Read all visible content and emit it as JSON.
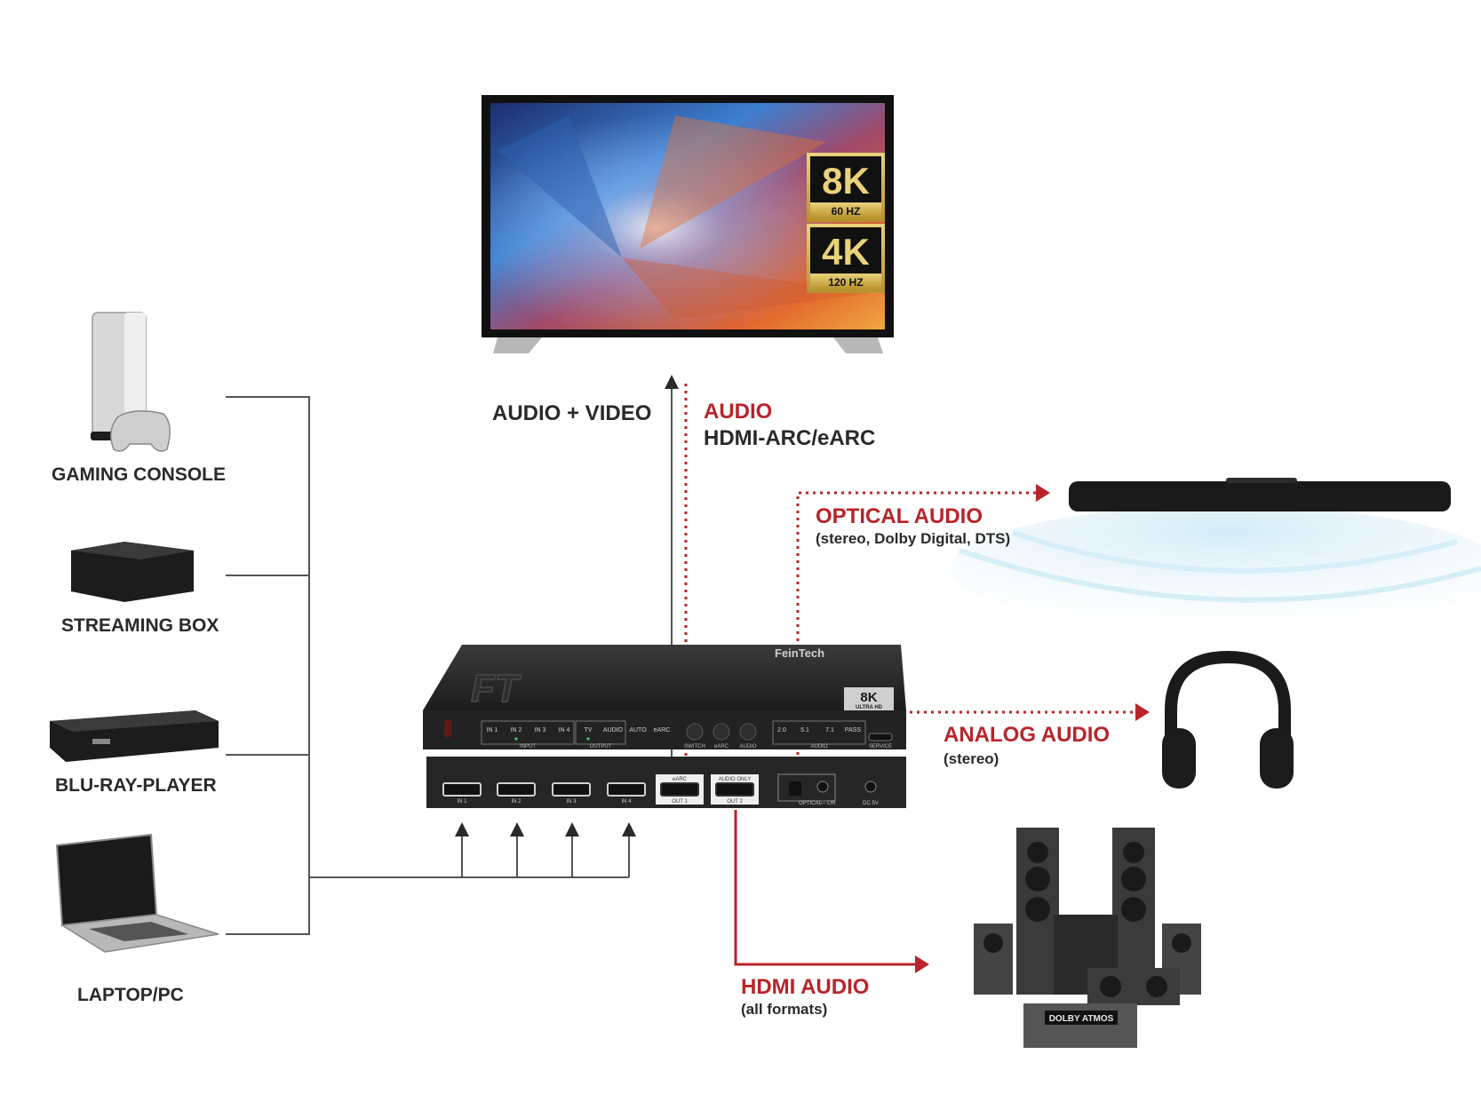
{
  "sources": [
    {
      "label": "GAMING CONSOLE",
      "icon": "game-console-icon"
    },
    {
      "label": "STREAMING BOX",
      "icon": "streaming-box-icon"
    },
    {
      "label": "BLU-RAY-PLAYER",
      "icon": "bluray-player-icon"
    },
    {
      "label": "LAPTOP/PC",
      "icon": "laptop-icon"
    }
  ],
  "tv": {
    "badge_8k": "8K",
    "badge_8k_hz": "60 HZ",
    "badge_4k": "4K",
    "badge_4k_hz": "120 HZ"
  },
  "signals": {
    "audio_video": "AUDIO + VIDEO",
    "audio": "AUDIO",
    "audio_sub": "HDMI-ARC/eARC",
    "optical": "OPTICAL AUDIO",
    "optical_sub": "(stereo, Dolby Digital, DTS)",
    "analog": "ANALOG AUDIO",
    "analog_sub": "(stereo)",
    "hdmi_audio": "HDMI AUDIO",
    "hdmi_audio_sub": "(all formats)"
  },
  "device": {
    "logo": "FT",
    "brand": "FeinTech",
    "badge": "8K",
    "badge_sub": "ULTRA HD",
    "front_labels": [
      "IN 1",
      "IN 2",
      "IN 3",
      "IN 4",
      "TV",
      "AUDIO",
      "AUTO",
      "eARC",
      "2.0",
      "5.1",
      "7.1",
      "PASS"
    ],
    "front_groups": [
      "INPUT",
      "OUTPUT",
      "SWITCH",
      "eARC",
      "AUDIO",
      "AUDIO",
      "SERVICE"
    ],
    "rear_ports": [
      "IN 1",
      "IN 2",
      "IN 3",
      "IN 4",
      "OUT 1",
      "OUT 2"
    ],
    "rear_port_tops": [
      "eARC",
      "AUDIO ONLY"
    ],
    "rear_misc": [
      "OPTICAL",
      "— L/R",
      "DC 5V"
    ]
  },
  "receiver_display": "DOLBY ATMOS",
  "colors": {
    "red": "#b8242a",
    "dark": "#2a2a2a",
    "line": "#555555"
  }
}
